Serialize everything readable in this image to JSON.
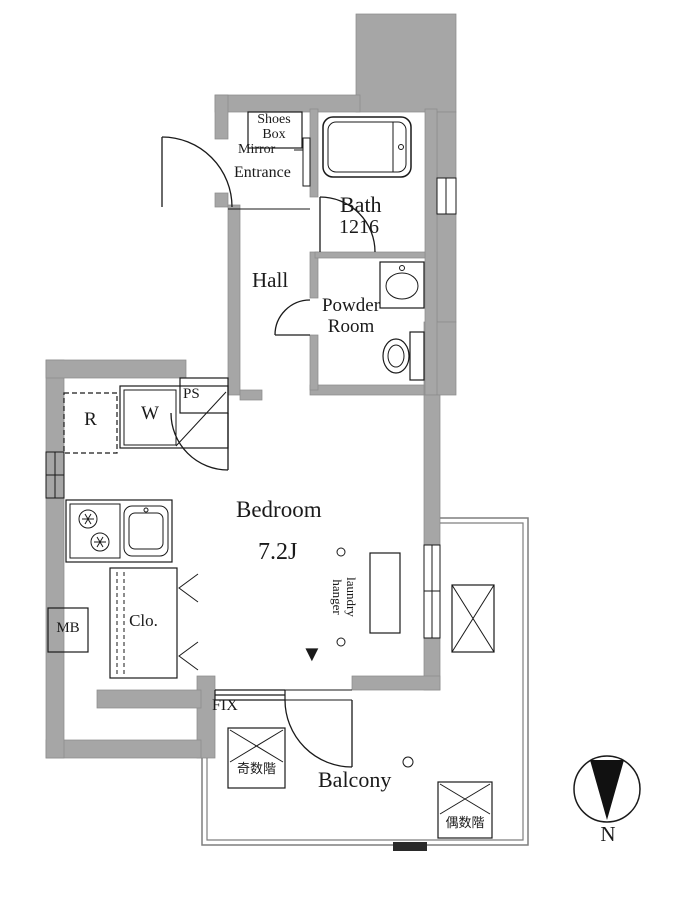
{
  "plan": {
    "entrance": {
      "shoes_box": [
        "Shoes",
        "Box"
      ],
      "mirror": "Mirror",
      "label": "Entrance"
    },
    "bath": {
      "label": "Bath",
      "size": "1216"
    },
    "hall": {
      "label": "Hall"
    },
    "powder_room": {
      "label": [
        "Powder",
        "Room"
      ]
    },
    "ps": "PS",
    "kitchen": {
      "fridge": "R",
      "washer": "W"
    },
    "bedroom": {
      "label": "Bedroom",
      "size": "7.2J",
      "laundry_hanger": [
        "laundry",
        "hanger"
      ],
      "closet": "Clo.",
      "marker": "▼"
    },
    "mb": "MB",
    "windows": {
      "fix": "FIX"
    },
    "balcony": {
      "label": "Balcony",
      "odd_floor": "奇数階",
      "even_floor": "偶数階"
    },
    "compass": {
      "north": "N"
    }
  },
  "colors": {
    "wall_gray": "#a6a6a6",
    "fixture_blue": "#cfe2ee",
    "line": "#1a1a1a"
  }
}
